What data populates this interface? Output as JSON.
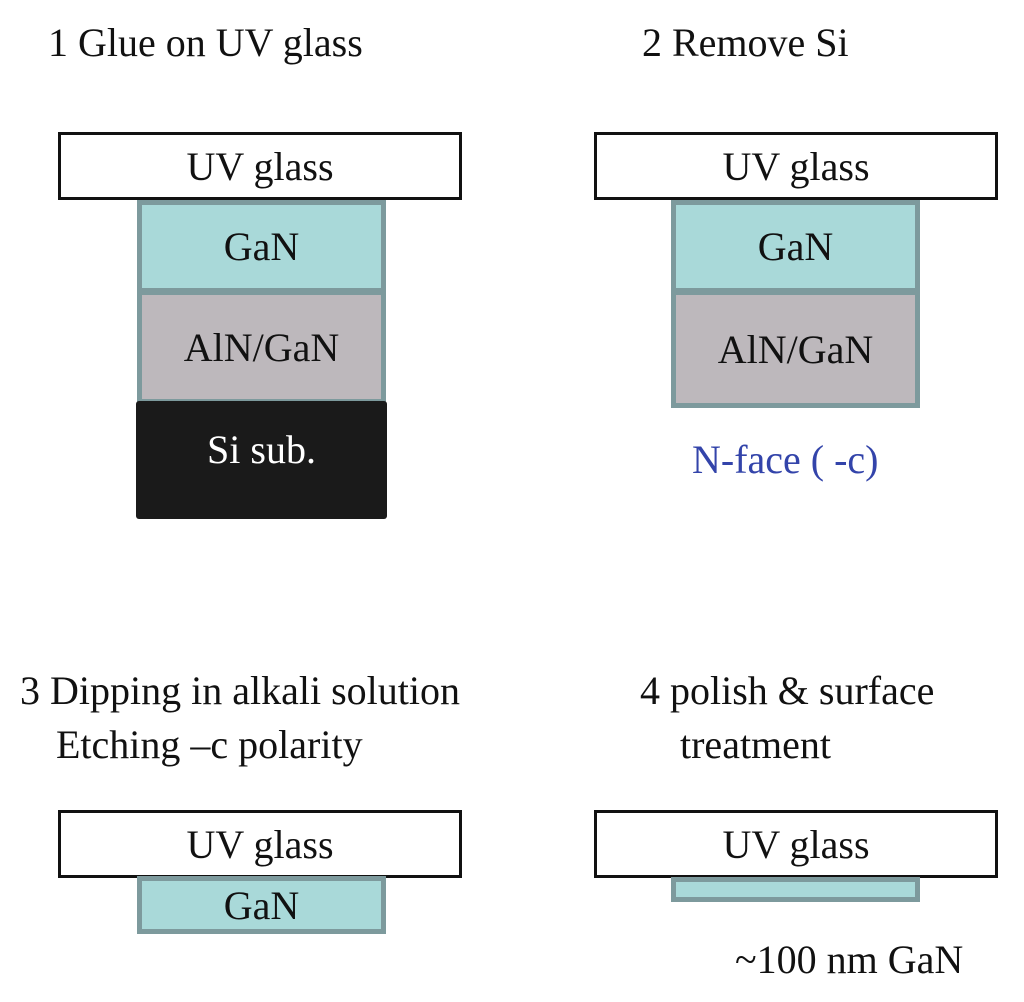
{
  "colors": {
    "glass_fill": "#ffffff",
    "gan_fill": "#a9d9d9",
    "aln_gan_fill": "#bdb8bc",
    "si_fill": "#1a1a1a",
    "layer_border": "#7d9a9d",
    "nface_text": "#3344aa"
  },
  "step1": {
    "title": "1 Glue on UV glass",
    "glass": "UV glass",
    "gan": "GaN",
    "aln_gan": "AlN/GaN",
    "si": "Si sub."
  },
  "step2": {
    "title": "2 Remove Si",
    "glass": "UV glass",
    "gan": "GaN",
    "aln_gan": "AlN/GaN",
    "note": "N-face ( -c)"
  },
  "step3": {
    "title_line1": "3 Dipping in alkali solution",
    "title_line2": "Etching  –c polarity",
    "glass": "UV glass",
    "gan": "GaN"
  },
  "step4": {
    "title_line1": "4 polish & surface",
    "title_line2": "treatment",
    "glass": "UV glass",
    "note": "~100 nm GaN"
  }
}
